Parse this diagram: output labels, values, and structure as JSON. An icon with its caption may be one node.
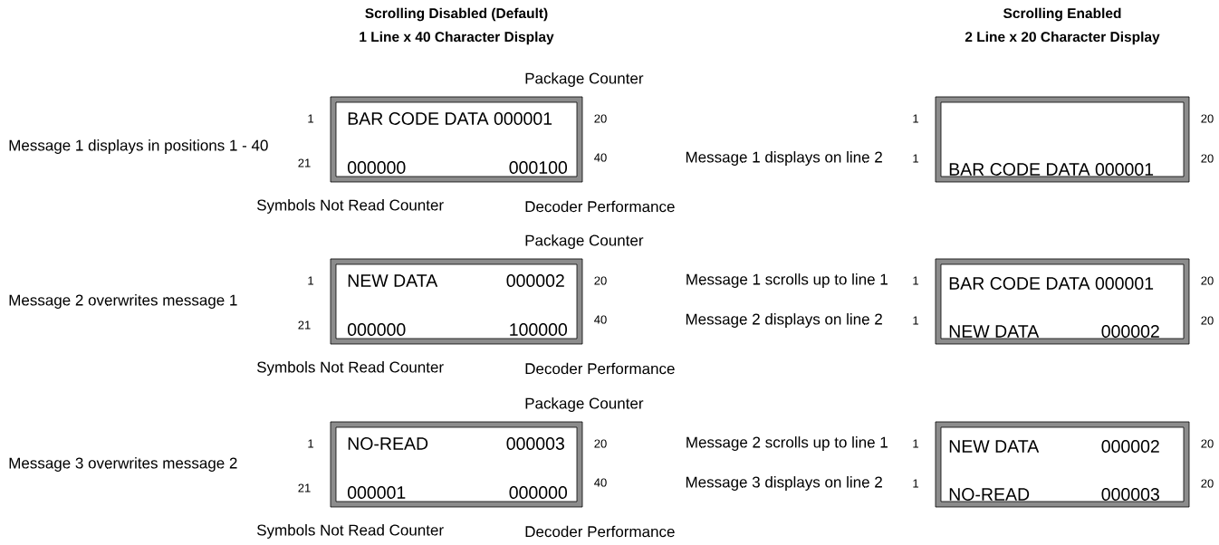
{
  "diagram": {
    "nodes": [
      {
        "text": [
          "BAR CODE DATA 000001",
          "000000",
          "000100"
        ],
        "beside": [
          "1",
          "20",
          "21",
          "40"
        ]
      },
      {
        "text": [
          "BAR CODE DATA 000001"
        ],
        "beside": [
          "1",
          "20",
          "1",
          "20"
        ]
      },
      {
        "text": [
          "NEW DATA",
          "000002",
          "000000",
          "100000"
        ],
        "beside": [
          "1",
          "20",
          "21",
          "40"
        ]
      },
      {
        "text": [
          "BAR CODE DATA 000001",
          "NEW DATA",
          "000002"
        ],
        "beside": [
          "1",
          "20",
          "1",
          "20"
        ]
      },
      {
        "text": [
          "NO-READ",
          "000003",
          "000001",
          "000000"
        ],
        "beside": [
          "1",
          "20",
          "21",
          "40"
        ]
      },
      {
        "text": [
          "NEW DATA",
          "000002",
          "NO-READ",
          "000003"
        ],
        "beside": [
          "1",
          "20",
          "1",
          "20"
        ]
      }
    ],
    "labels": [
      "Scrolling Disabled (Default)",
      "Scrolling Enabled",
      "1 Line x 40 Character Display",
      "2 Line x 20 Character Display",
      "Package Counter",
      "Message 1 displays in positions 1 - 40",
      "Message 1 displays on line 2",
      "Symbols Not Read Counter",
      "Decoder Performance",
      "Package Counter",
      "Message 1 scrolls up to line 1",
      "Message 2 overwrites message 1",
      "Message 2 displays on line 2",
      "Symbols Not Read Counter",
      "Decoder Performance",
      "Package Counter",
      "Message 2 scrolls up to line 1",
      "Message 3 overwrites message 2",
      "Message 3 displays on line 2",
      "Symbols Not Read Counter",
      "Decoder Performance"
    ]
  }
}
